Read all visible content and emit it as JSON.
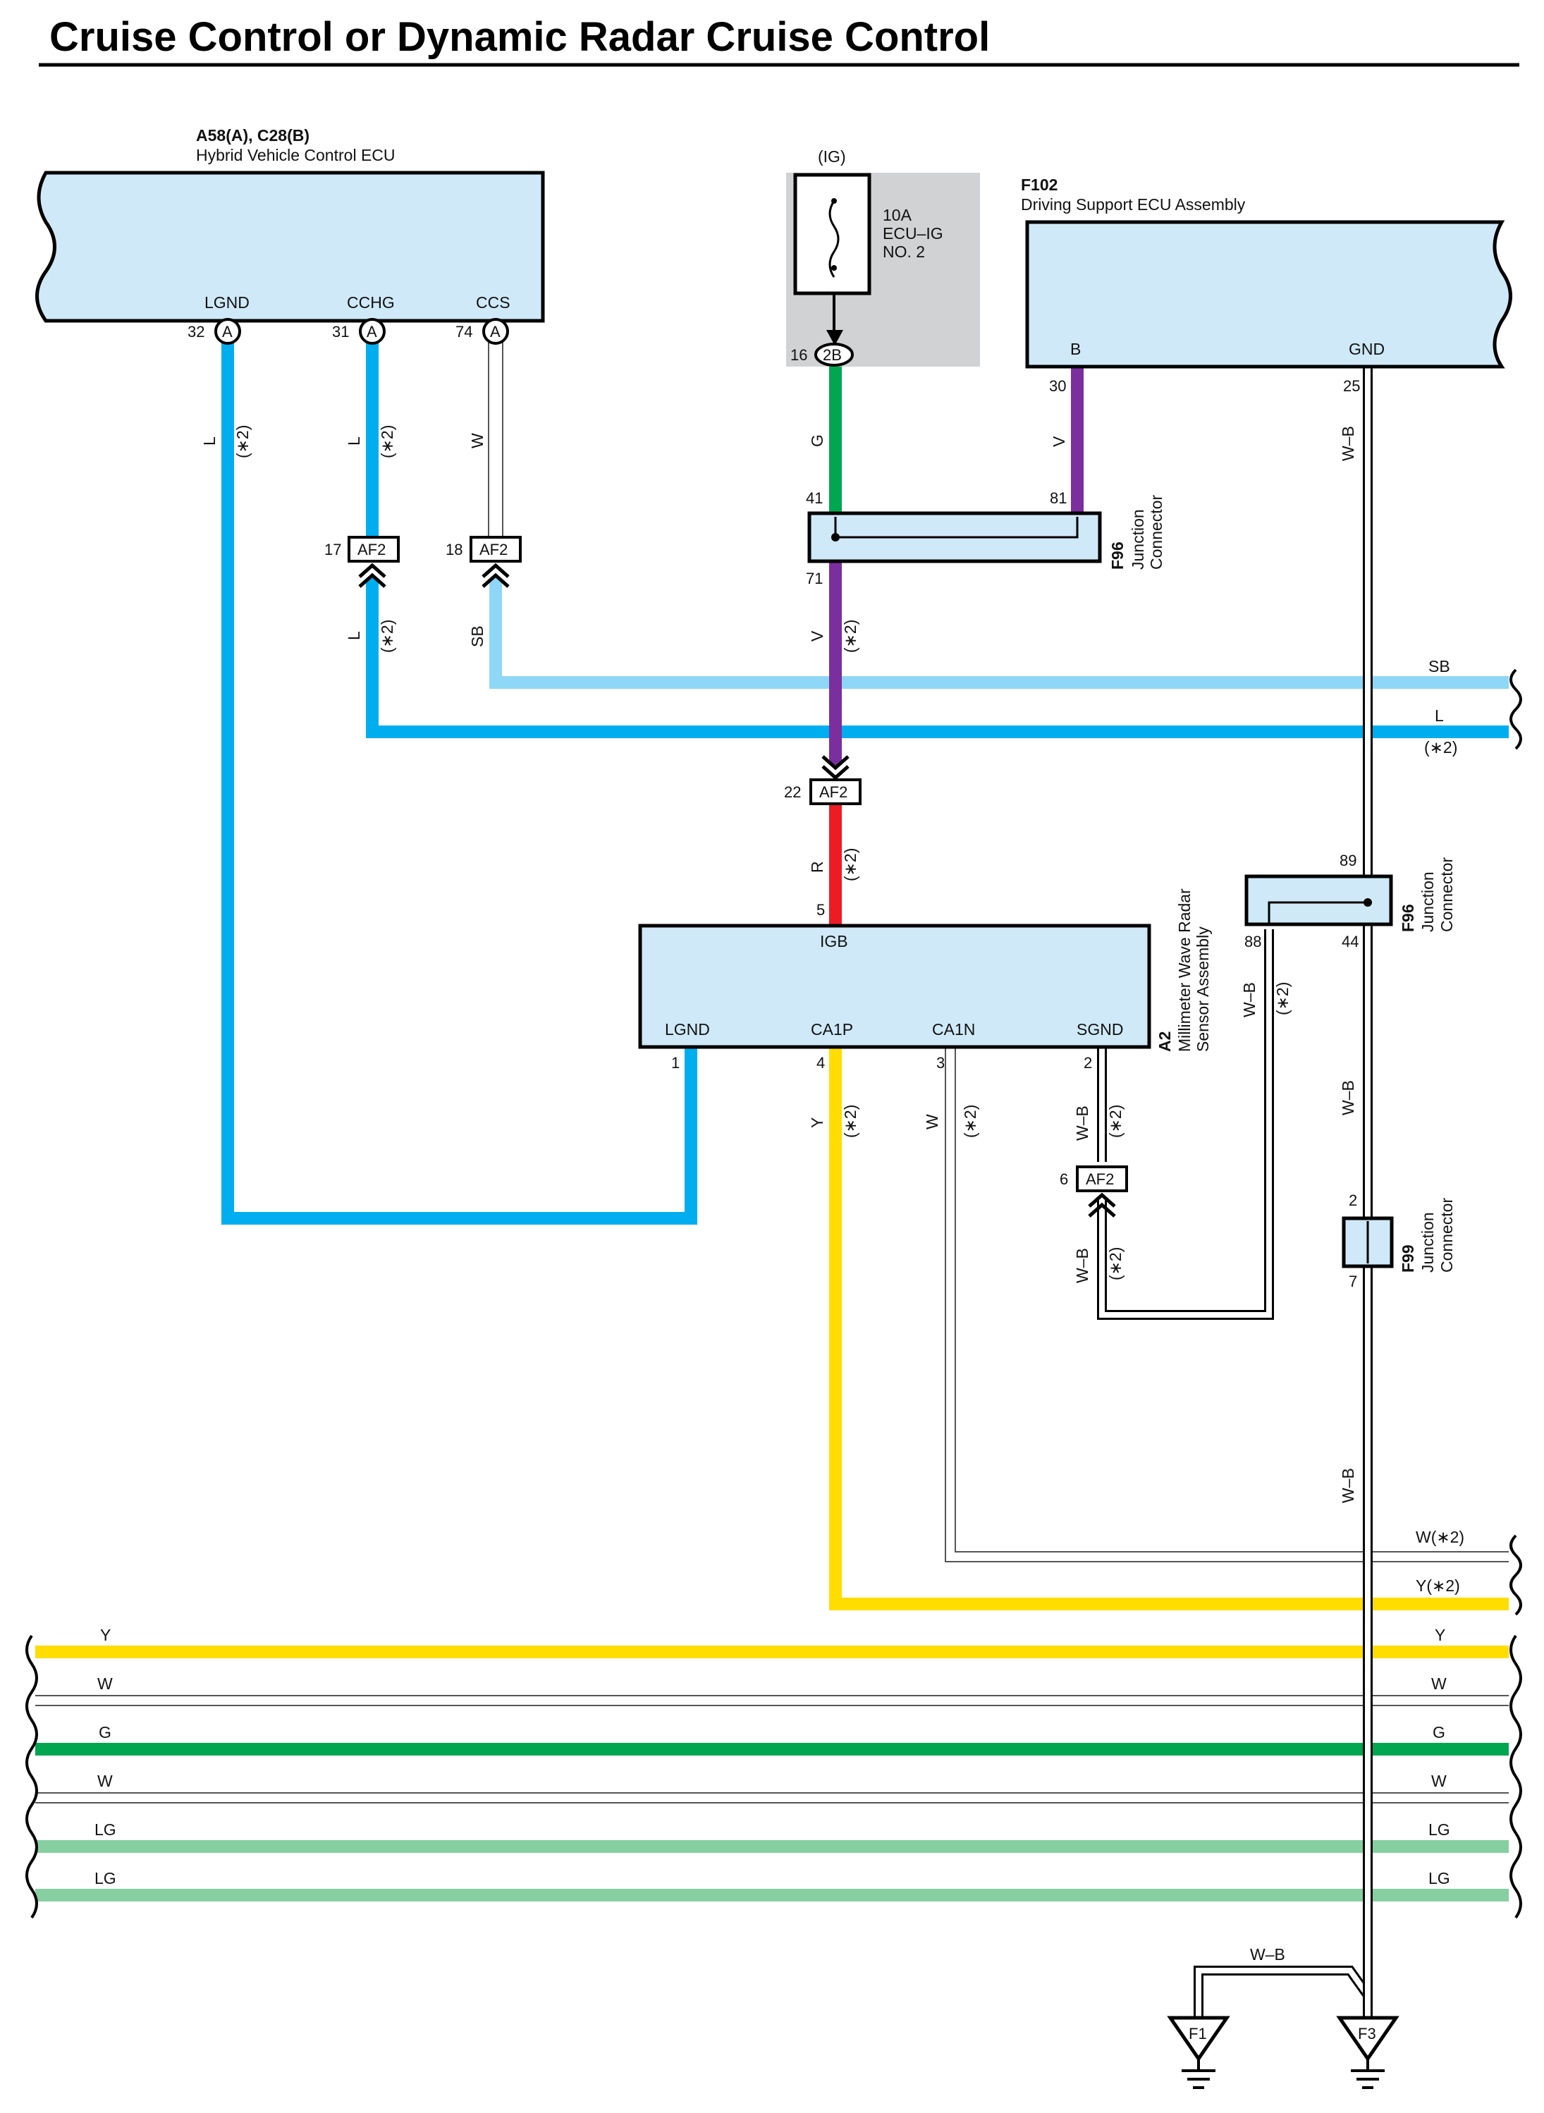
{
  "title": "Cruise Control or Dynamic Radar Cruise Control",
  "components": {
    "hv_ecu": {
      "code": "A58(A), C28(B)",
      "name": "Hybrid Vehicle Control ECU",
      "pins": [
        {
          "num": "32",
          "conn": "A",
          "label": "LGND"
        },
        {
          "num": "31",
          "conn": "A",
          "label": "CCHG"
        },
        {
          "num": "74",
          "conn": "A",
          "label": "CCS"
        }
      ]
    },
    "fuse": {
      "source": "(IG)",
      "rating": "10A",
      "name1": "ECU–IG",
      "name2": "NO. 2",
      "pin_num": "16",
      "pin_conn": "2B"
    },
    "driving_support_ecu": {
      "code": "F102",
      "name": "Driving Support ECU Assembly",
      "pins": [
        {
          "num": "30",
          "label": "B"
        },
        {
          "num": "25",
          "label": "GND"
        }
      ]
    },
    "radar_sensor": {
      "code": "A2",
      "name1": "Millimeter Wave Radar",
      "name2": "Sensor Assembly",
      "pins": [
        {
          "num": "5",
          "label": "IGB"
        },
        {
          "num": "1",
          "label": "LGND"
        },
        {
          "num": "4",
          "label": "CA1P"
        },
        {
          "num": "3",
          "label": "CA1N"
        },
        {
          "num": "2",
          "label": "SGND"
        }
      ]
    },
    "f96_top": {
      "code": "F96",
      "name1": "Junction",
      "name2": "Connector",
      "pins": [
        "41",
        "81",
        "71"
      ]
    },
    "f96_right": {
      "code": "F96",
      "name1": "Junction",
      "name2": "Connector",
      "pins": [
        "89",
        "88",
        "44"
      ]
    },
    "f99": {
      "code": "F99",
      "name1": "Junction",
      "name2": "Connector",
      "pins": [
        "2",
        "7"
      ]
    }
  },
  "af2_connectors": [
    {
      "num": "17",
      "label": "AF2"
    },
    {
      "num": "18",
      "label": "AF2"
    },
    {
      "num": "22",
      "label": "AF2"
    },
    {
      "num": "6",
      "label": "AF2"
    }
  ],
  "wire_colors": {
    "L": "#00aeef",
    "SB": "#8fd7f6",
    "G": "#00a650",
    "V": "#7b2f9e",
    "R": "#ed1c24",
    "Y": "#ffdd00",
    "W": "#ffffff",
    "WB": "#ffffff",
    "LG": "#86cfa0"
  },
  "wire_labels": {
    "L": "L",
    "W": "W",
    "G": "G",
    "V": "V",
    "SB": "SB",
    "R": "R",
    "Y": "Y",
    "WB": "W–B",
    "LG": "LG",
    "star2": "(∗2)",
    "W_star2": "W(∗2)",
    "Y_star2": "Y(∗2)"
  },
  "bus_lines": [
    {
      "label": "Y",
      "color": "#ffdd00"
    },
    {
      "label": "W",
      "color": "#ffffff"
    },
    {
      "label": "G",
      "color": "#00a650"
    },
    {
      "label": "W",
      "color": "#ffffff"
    },
    {
      "label": "LG",
      "color": "#86cfa0"
    },
    {
      "label": "LG",
      "color": "#86cfa0"
    }
  ],
  "grounds": [
    {
      "label": "F1"
    },
    {
      "label": "F3"
    }
  ]
}
